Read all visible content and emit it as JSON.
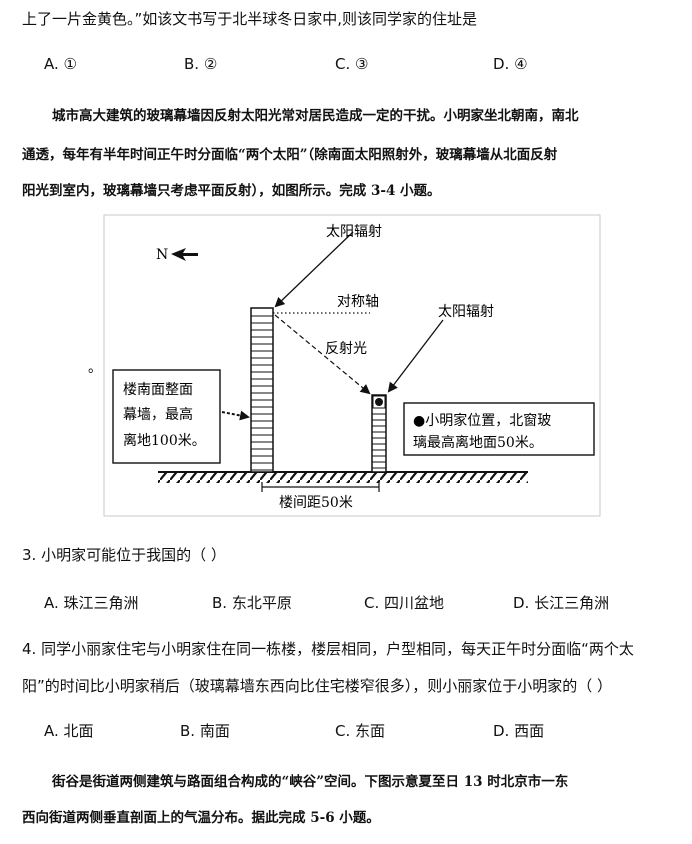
{
  "intro_line": "上了一片金黄色。”如该文书写于北半球冬日家中,则该同学家的住址是",
  "q_prev_options": [
    "A. ①",
    "B. ②",
    "C. ③",
    "D. ④"
  ],
  "passage1": [
    "城市高大建筑的玻璃幕墙因反射太阳光常对居民造成一定的干扰。小明家坐北朝南，南北",
    "通透，每年有半年时间正午时分面临“两个太阳”（除南面太阳照射外，玻璃幕墙从北面反射",
    "阳光到室内，玻璃幕墙只考虑平面反射），如图所示。完成 3-4 小题。"
  ],
  "figure": {
    "north": "N",
    "sun_radiation_1": "太阳辐射",
    "sun_radiation_2": "太阳辐射",
    "symmetry_axis": "对称轴",
    "reflected_light": "反射光",
    "left_box": [
      "楼南面整面",
      "幕墙，最高",
      "离地100米。"
    ],
    "right_box": [
      "●小明家位置，北窗玻",
      "璃最高离地面50米。"
    ],
    "distance": "楼间距50米",
    "stray_mark": "。"
  },
  "q3": {
    "stem": "3. 小明家可能位于我国的（  ）",
    "options": [
      "A. 珠江三角洲",
      "B. 东北平原",
      "C. 四川盆地",
      "D. 长江三角洲"
    ]
  },
  "q4": {
    "stem_lines": [
      "4. 同学小丽家住宅与小明家住在同一栋楼，楼层相同，户型相同，每天正午时分面临“两个太",
      "阳”的时间比小明家稍后（玻璃幕墙东西向比住宅楼窄很多），则小丽家位于小明家的（  ）"
    ],
    "options": [
      "A. 北面",
      "B. 南面",
      "C. 东面",
      "D. 西面"
    ]
  },
  "passage2": [
    "街谷是街道两侧建筑与路面组合构成的“峡谷”空间。下图示意夏至日 13 时北京市一东",
    "西向街道两侧垂直剖面上的气温分布。据此完成 5-6 小题。"
  ]
}
